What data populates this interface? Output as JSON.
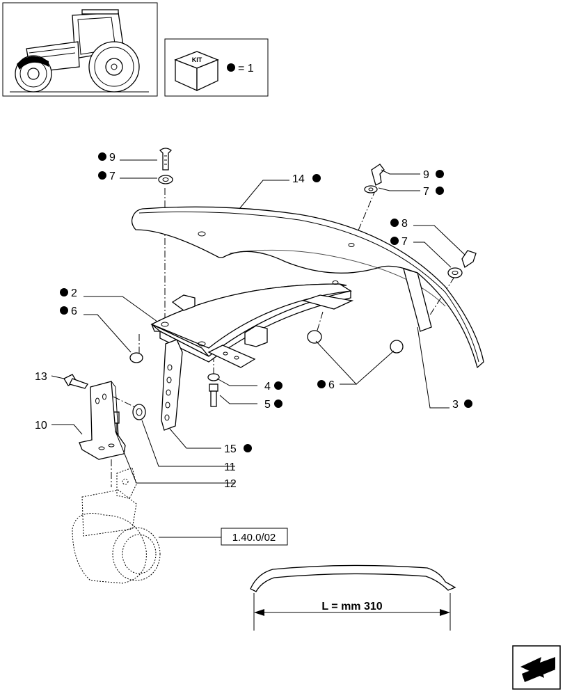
{
  "kit_legend": {
    "kit_label": "KIT",
    "equals_text": "= 1"
  },
  "reference": {
    "label": "1.40.0/02"
  },
  "dimension": {
    "label": "L = mm 310"
  },
  "callouts": [
    {
      "id": "c9a",
      "number": "9",
      "kit": true
    },
    {
      "id": "c7a",
      "number": "7",
      "kit": true
    },
    {
      "id": "c14",
      "number": "14",
      "kit": true
    },
    {
      "id": "c9b",
      "number": "9",
      "kit": true
    },
    {
      "id": "c7b",
      "number": "7",
      "kit": true
    },
    {
      "id": "c8",
      "number": "8",
      "kit": true
    },
    {
      "id": "c7c",
      "number": "7",
      "kit": true
    },
    {
      "id": "c2",
      "number": "2",
      "kit": true
    },
    {
      "id": "c6a",
      "number": "6",
      "kit": true
    },
    {
      "id": "c6b",
      "number": "6",
      "kit": true
    },
    {
      "id": "c4",
      "number": "4",
      "kit": true
    },
    {
      "id": "c5",
      "number": "5",
      "kit": true
    },
    {
      "id": "c3",
      "number": "3",
      "kit": true
    },
    {
      "id": "c13",
      "number": "13",
      "kit": false
    },
    {
      "id": "c10",
      "number": "10",
      "kit": false
    },
    {
      "id": "c15",
      "number": "15",
      "kit": true
    },
    {
      "id": "c11",
      "number": "11",
      "kit": false
    },
    {
      "id": "c12",
      "number": "12",
      "kit": false
    }
  ]
}
